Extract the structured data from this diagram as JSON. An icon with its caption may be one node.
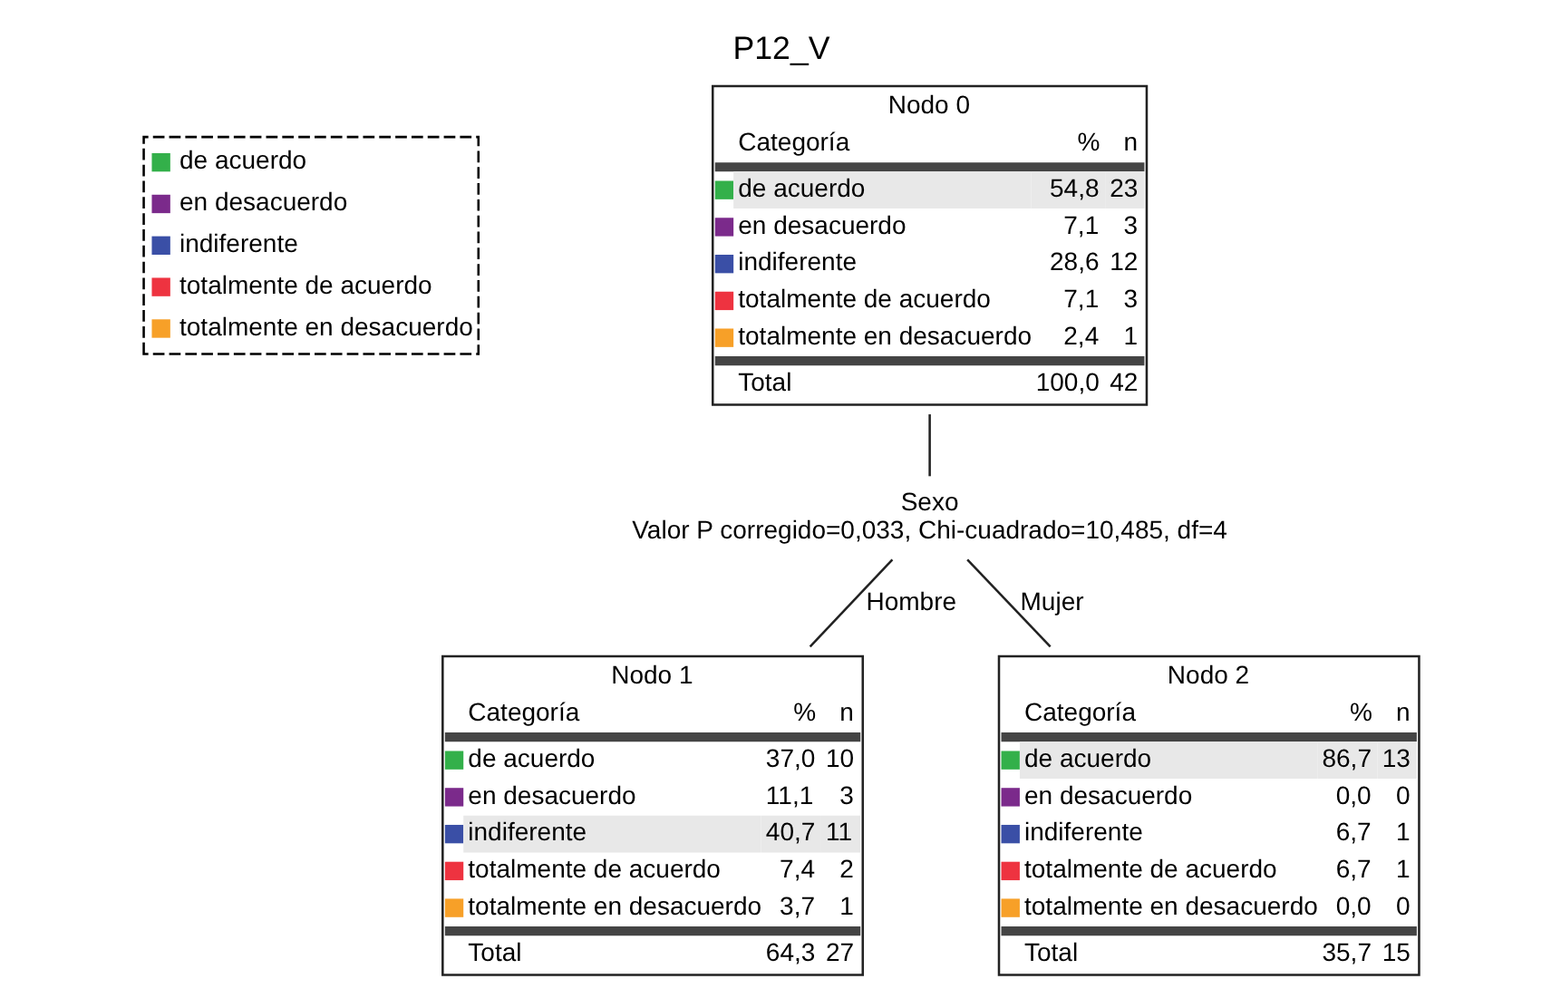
{
  "diagram": {
    "title": "P12_V",
    "nodes": [
      {
        "text": [
          "Nodo 0",
          "Categoría",
          "%",
          "n",
          "de acuerdo",
          "54,8",
          "23",
          "en desacuerdo",
          "7,1",
          "3",
          "indiferente",
          "28,6",
          "12",
          "totalmente de acuerdo",
          "7,1",
          "3",
          "totalmente en desacuerdo",
          "2,4",
          "1",
          "Total",
          "100,0",
          "42"
        ]
      },
      {
        "text": [
          "Sexo",
          "Valor P corregido=0,033, Chi-cuadrado=10,485, df=4"
        ]
      },
      {
        "text": [
          "Nodo 1",
          "Categoría",
          "%",
          "n",
          "de acuerdo",
          "37,0",
          "10",
          "en desacuerdo",
          "11,1",
          "3",
          "indiferente",
          "40,7",
          "11",
          "totalmente de acuerdo",
          "7,4",
          "2",
          "totalmente en desacuerdo",
          "3,7",
          "1",
          "Total",
          "64,3",
          "27"
        ]
      },
      {
        "text": [
          "Nodo 2",
          "Categoría",
          "%",
          "n",
          "de acuerdo",
          "86,7",
          "13",
          "en desacuerdo",
          "0,0",
          "0",
          "indiferente",
          "6,7",
          "1",
          "totalmente de acuerdo",
          "6,7",
          "1",
          "totalmente en desacuerdo",
          "0,0",
          "0",
          "Total",
          "35,7",
          "15"
        ]
      }
    ],
    "edges": [
      {
        "from": 0,
        "to": 1,
        "arrow": "none"
      },
      {
        "from": 1,
        "to": 2,
        "arrow": "none",
        "label": "Hombre"
      },
      {
        "from": 1,
        "to": 3,
        "arrow": "none",
        "label": "Mujer"
      }
    ],
    "legend": [
      {
        "text": "de acuerdo",
        "color": "#33b04a"
      },
      {
        "text": "en desacuerdo",
        "color": "#7b2a8b"
      },
      {
        "text": "indiferente",
        "color": "#3a4fa6"
      },
      {
        "text": "totalmente de acuerdo",
        "color": "#ee3340"
      },
      {
        "text": "totalmente en desacuerdo",
        "color": "#f7a028"
      }
    ]
  }
}
